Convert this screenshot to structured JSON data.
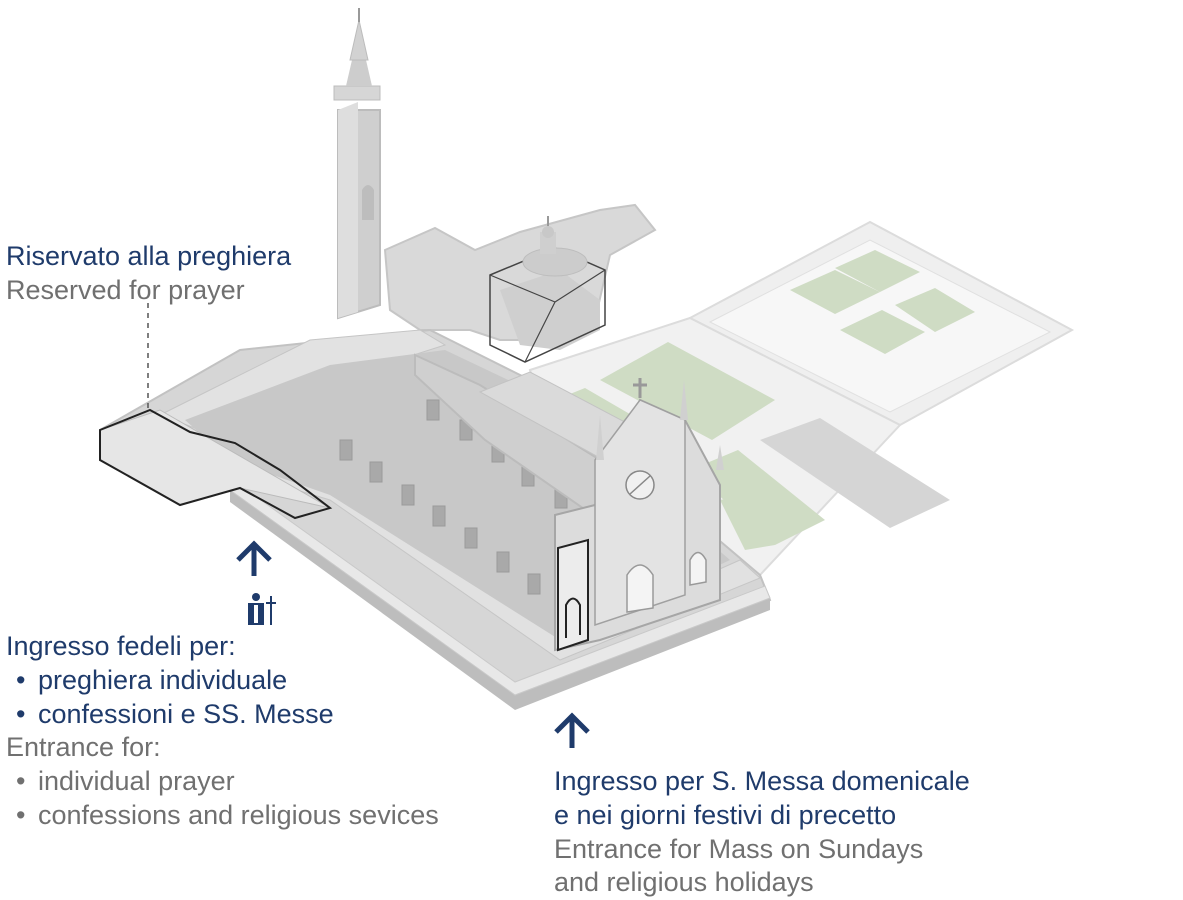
{
  "labels": {
    "reserved": {
      "it": "Riservato alla preghiera",
      "en": "Reserved for prayer"
    },
    "faithful_entrance": {
      "it_title": "Ingresso fedeli per:",
      "it_items": [
        "preghiera individuale",
        "confessioni e SS. Messe"
      ],
      "en_title": "Entrance for:",
      "en_items": [
        "individual prayer",
        "confessions and religious sevices"
      ]
    },
    "mass_entrance": {
      "it_line1": "Ingresso per S. Messa domenicale",
      "it_line2": "e nei giorni festivi di precetto",
      "en_line1": "Entrance for Mass on Sundays",
      "en_line2": "and religious holidays"
    }
  },
  "icons": {
    "entrance_arrow_left": "up-arrow-icon",
    "entrance_arrow_right": "up-arrow-icon",
    "faithful": "person-with-cross-icon"
  },
  "colors": {
    "italian_text": "#1f3b6b",
    "english_text": "#707070",
    "lawn": "#cfdcc4",
    "building": "#d5d5d5",
    "paving": "#e6e6e6"
  }
}
